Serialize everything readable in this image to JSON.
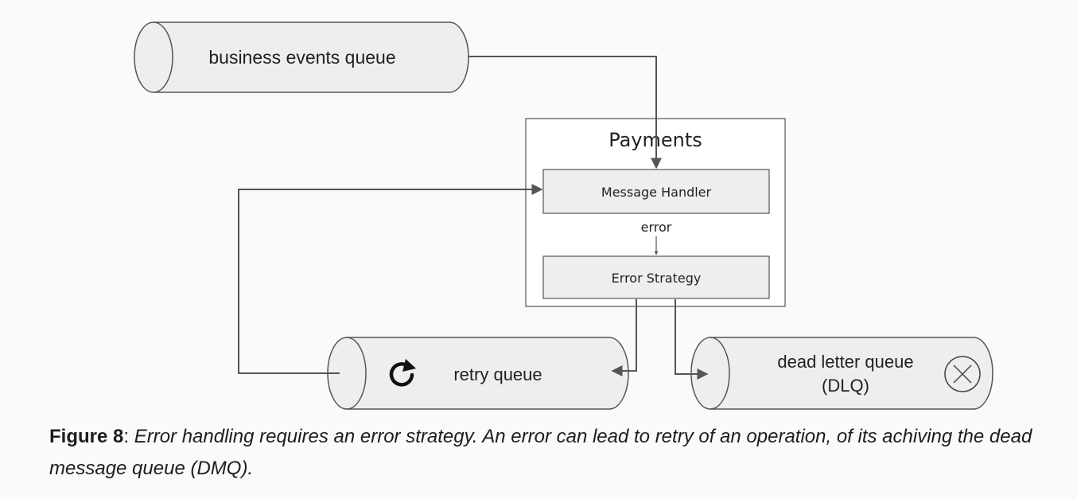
{
  "diagram": {
    "queues": {
      "business_events": "business events queue",
      "retry": "retry queue",
      "dead_letter_line1": "dead letter queue",
      "dead_letter_line2": "(DLQ)"
    },
    "service": {
      "title": "Payments",
      "message_handler": "Message Handler",
      "error_strategy": "Error Strategy"
    },
    "edge_labels": {
      "error": "error"
    },
    "icons": {
      "retry": "refresh-icon",
      "dead_letter": "circle-x-icon"
    },
    "colors": {
      "cylinder_fill": "#eeeeee",
      "box_fill": "#eeeeee",
      "stroke": "#555555"
    }
  },
  "caption": {
    "label": "Figure 8",
    "separator": ": ",
    "text": "Error handling requires an error strategy. An error can lead to retry of an operation, of its achiving the dead message queue (DMQ)."
  }
}
